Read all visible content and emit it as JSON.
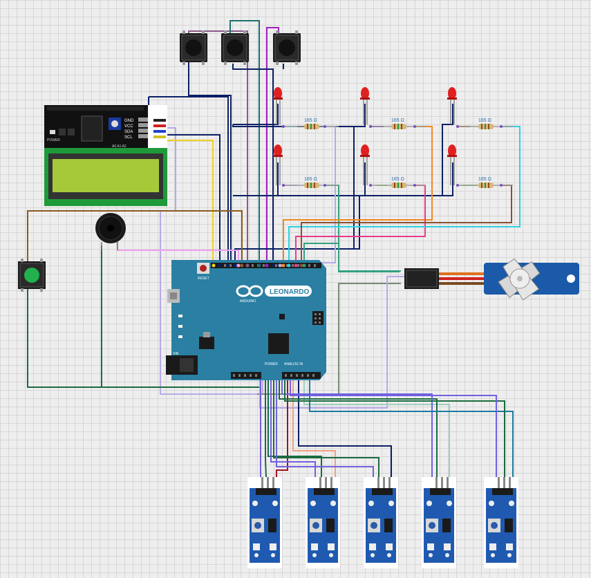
{
  "lcd": {
    "pins": [
      "GND",
      "VCC",
      "SDA",
      "SCL"
    ],
    "power_label": "POWER",
    "addr_label": "A0 A1 A2"
  },
  "arduino": {
    "brand": "LEONARDO",
    "reset_label": "RESET",
    "power_header": "POWER",
    "analog_header": "ANALOG IN",
    "logo_sub": "ARDUINO",
    "vin_label": "VIN"
  },
  "resistors": [
    {
      "value": "165 Ω"
    },
    {
      "value": "165 Ω"
    },
    {
      "value": "165 Ω"
    },
    {
      "value": "165 Ω"
    },
    {
      "value": "165 Ω"
    },
    {
      "value": "165 Ω"
    }
  ],
  "sensor_count": 5,
  "colors": {
    "board": "#2a7fa3",
    "lcd_screen": "#a6c93a",
    "button_green": "#22b14c",
    "led_red": "#e02020"
  }
}
